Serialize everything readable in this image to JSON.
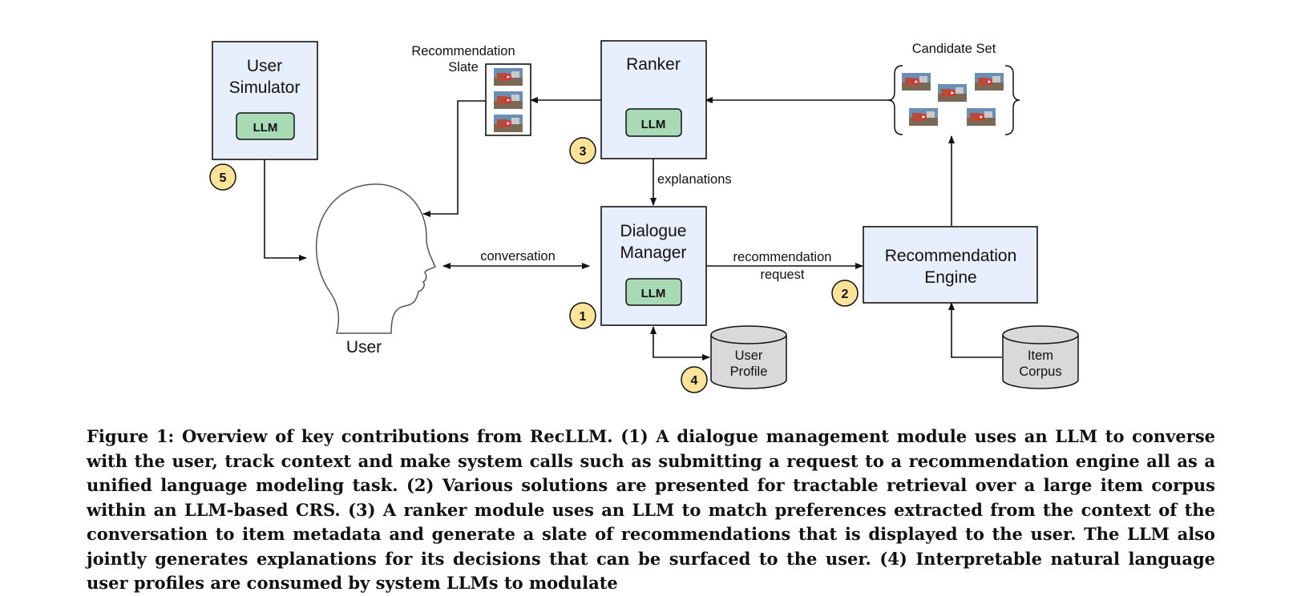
{
  "nodes": {
    "user_simulator": {
      "line1": "User",
      "line2": "Simulator",
      "llm": "LLM",
      "badge": "5"
    },
    "ranker": {
      "title": "Ranker",
      "llm": "LLM",
      "badge": "3"
    },
    "dialogue_manager": {
      "line1": "Dialogue",
      "line2": "Manager",
      "llm": "LLM",
      "badge": "1"
    },
    "recommendation_engine": {
      "line1": "Recommendation",
      "line2": "Engine",
      "badge": "2"
    },
    "user": {
      "label": "User"
    },
    "user_profile": {
      "line1": "User",
      "line2": "Profile",
      "badge": "4"
    },
    "item_corpus": {
      "line1": "Item",
      "line2": "Corpus"
    },
    "recommendation_slate": {
      "line1": "Recommendation",
      "line2": "Slate"
    },
    "candidate_set": {
      "label": "Candidate Set"
    }
  },
  "edges": {
    "explanations": "explanations",
    "conversation": "conversation",
    "rec_request_line1": "recommendation",
    "rec_request_line2": "request"
  },
  "colors": {
    "box_fill": "#e8effc",
    "llm_fill": "#a8dbb5",
    "badge_fill": "#fbe39a",
    "db_fill": "#d9d9d9",
    "thumb_red": "#d9302c"
  },
  "caption": "Figure 1: Overview of key contributions from RecLLM. (1) A dialogue management module uses an LLM to converse with the user, track context and make system calls such as submitting a request to a recommendation engine all as a unified language modeling task. (2) Various solutions are presented for tractable retrieval over a large item corpus within an LLM-based CRS. (3) A ranker module uses an LLM to match preferences extracted from the context of the conversation to item metadata and generate a slate of recommendations that is displayed to the user. The LLM also jointly generates explanations for its decisions that can be surfaced to the user. (4) Interpretable natural language user profiles are consumed by system LLMs to modulate"
}
